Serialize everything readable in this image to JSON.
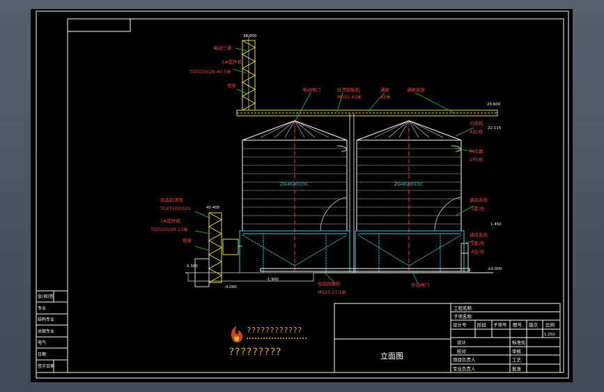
{
  "drawing": {
    "title": "立面图",
    "scale": "1:250",
    "bin_left": "ZG4020I13C",
    "bin_right": "ZG4020I13C",
    "tb_project": "工程名称",
    "tb_sub": "子项名称",
    "tb_cols": [
      "设计号",
      "阶段",
      "子项号",
      "图号",
      "版次",
      "比例"
    ],
    "tb_rows_left": [
      "设计",
      "校对",
      "项目负责人",
      "专业负责人"
    ],
    "tb_rows_right": [
      "标准化",
      "审核",
      "工艺",
      "批准"
    ],
    "side_rows": [
      "会(阅)签",
      "专业",
      "结构专业",
      "总图专业",
      "电气",
      "日期",
      "签字日期"
    ]
  },
  "labels": {
    "electric_three_way": "电动三通",
    "elevator2": "2#提升机",
    "elevator2_spec": "TDTG50/28 40.5米",
    "tower": "塔架",
    "electric_gate": "电动闸门",
    "top_conveyor": "仓顶刮板机",
    "top_conveyor_spec": "MS32 42米",
    "catwalk": "通廊",
    "catwalk_spec": "42米",
    "catwalk_support": "通廊支架",
    "exhaust_fan": "引风机",
    "exhaust_fan_qty": "4台/仓",
    "level_meter": "料位器",
    "level_meter_qty": "2只/仓",
    "aeration": "通风系统",
    "aeration_qty": "1套/仓",
    "fan": "通风系统",
    "fan_qty1": "1套/仓",
    "fan_qty2": "4台/仓",
    "cleaner": "风选初清筛",
    "cleaner_spec": "TCXT100/320",
    "elevator1": "1#提升机",
    "elevator1_spec": "TDTG50/28 13米",
    "tower2": "塔架",
    "bottom_conveyor": "仓底刮板机",
    "bottom_conveyor_spec": "MS25 27.1米",
    "manual_gate": "手动闸门"
  },
  "elevations": {
    "e1": "38.000",
    "e2": "20.600",
    "e3": "22.115",
    "e4": "40.400",
    "e5": "1.450",
    "e6": "0.300",
    "e7": "±0.000",
    "e8": "-1.900",
    "e9": "-4.000"
  },
  "watermark": {
    "top": "????????????",
    "bottom": "?????????"
  },
  "colors": {
    "sheet": "#000000",
    "frame": "#ffffff",
    "leader": "#22cc22",
    "steel": "#e6e04a",
    "bin": "#ffffff",
    "hopper": "#33d0e0",
    "axis": "#ff3b3b",
    "label": "#ff4040"
  }
}
